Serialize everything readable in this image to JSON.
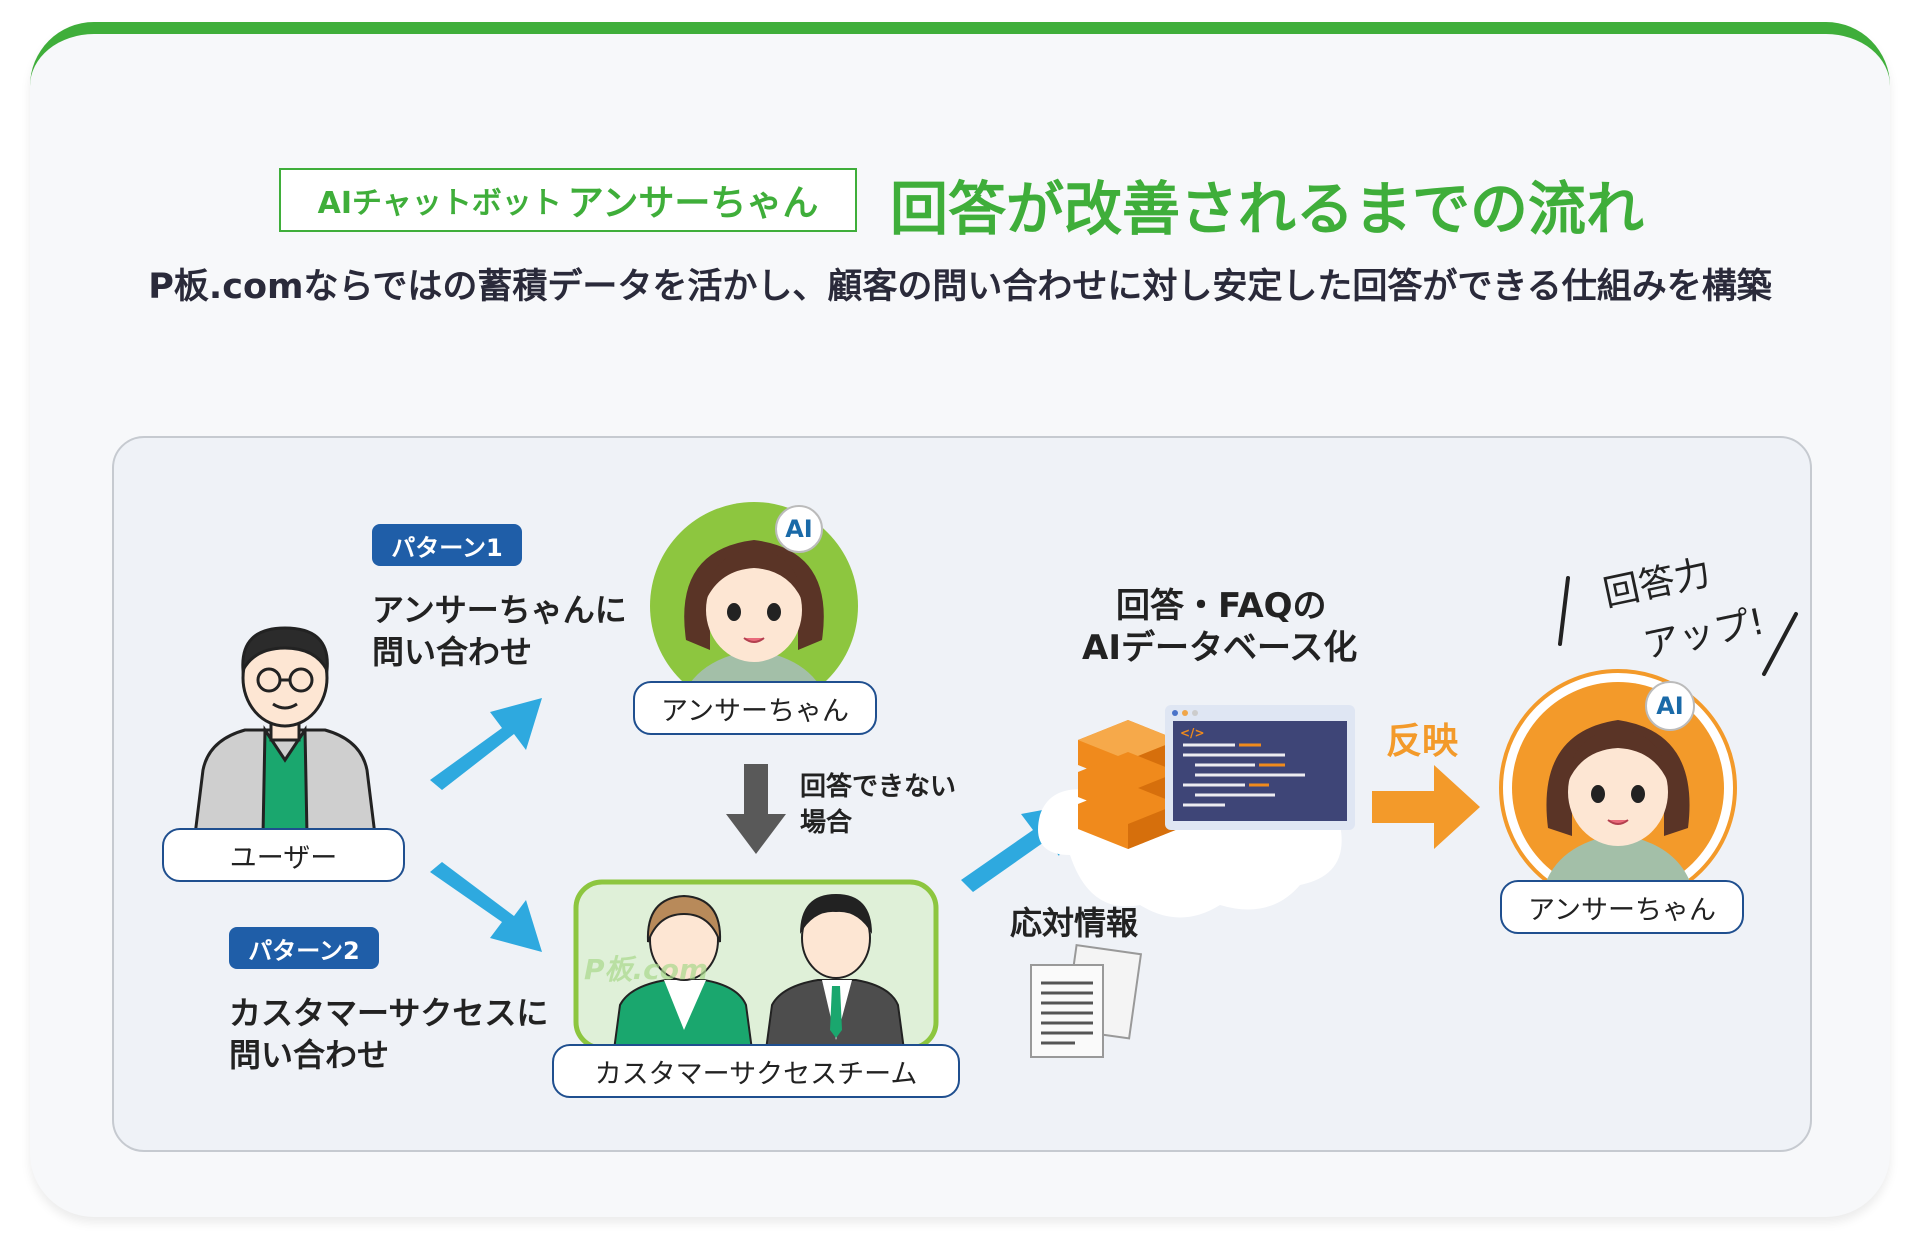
{
  "header": {
    "product_small": "AIチャットボット",
    "product_big": "アンサーちゃん",
    "title": "回答が改善されるまでの流れ",
    "subtitle": "P板.comならではの蓄積データを活かし、顧客の問い合わせに対し安定した回答ができる仕組みを構築"
  },
  "diagram": {
    "user_label": "ユーザー",
    "pattern1": {
      "tag": "パターン1",
      "line1": "アンサーちゃんに",
      "line2": "問い合わせ"
    },
    "pattern2": {
      "tag": "パターン2",
      "line1": "カスタマーサクセスに",
      "line2": "問い合わせ"
    },
    "answer_chan_label": "アンサーちゃん",
    "ai_badge": "AI",
    "cannot_answer_line1": "回答できない",
    "cannot_answer_line2": "場合",
    "cs_team_label": "カスタマーサクセスチーム",
    "response_info": "応対情報",
    "db_line1": "回答・FAQの",
    "db_line2": "AIデータベース化",
    "reflect": "反映",
    "answer_chan_label_2": "アンサーちゃん",
    "power_up_line1": "回答力",
    "power_up_line2": "アップ!",
    "code_tag": "</>",
    "backdrop_text": "P板.com"
  },
  "colors": {
    "green": "#3fae3a",
    "blue_arrow": "#2ea9df",
    "orange": "#f39a2a",
    "navy": "#1f5ea8",
    "gray_arrow": "#595959"
  }
}
